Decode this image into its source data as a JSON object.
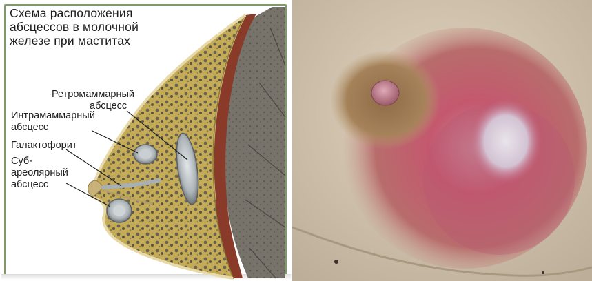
{
  "diagram": {
    "title_lines": [
      "Схема расположения",
      "абсцессов в молочной",
      "железе при маститах"
    ],
    "labels": {
      "retromammary_line1": "Ретромаммарный",
      "retromammary_line2": "абсцесс",
      "intramammary_line1": "Интрамаммарный",
      "intramammary_line2": "абсцесс",
      "galactophore": "Галактофорит",
      "subareolar_line1": "Суб-",
      "subareolar_line2": "ареолярный",
      "subareolar_line3": "абсцесс"
    }
  },
  "colors": {
    "tissue_yellow": "#c9b25a",
    "tissue_dark": "#5f5a48",
    "muscle": "#8a3a28",
    "chest_wall": "#7b766c",
    "abscess": "#b9c0c4",
    "skin_flesh": "#d4c3ae",
    "inflamed": "#c9566a",
    "areola": "#9b7a52"
  }
}
